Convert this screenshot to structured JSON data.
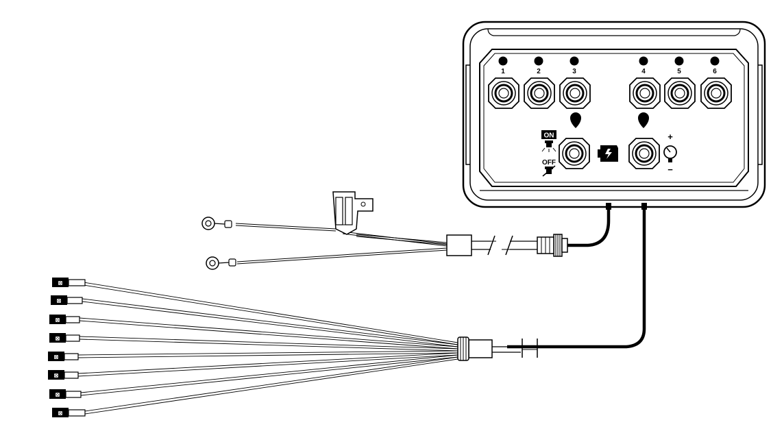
{
  "controller": {
    "channels": [
      {
        "number": "1"
      },
      {
        "number": "2"
      },
      {
        "number": "3"
      },
      {
        "number": "4"
      },
      {
        "number": "5"
      },
      {
        "number": "6"
      }
    ],
    "switch": {
      "on_label": "ON",
      "off_label": "OFF"
    },
    "pressure": {
      "plus_label": "+",
      "minus_label": "−"
    }
  },
  "harness": {
    "power_leads": 2,
    "output_leads": 8
  },
  "colors": {
    "line": "#000000",
    "background": "#ffffff",
    "light_stroke": "#333333"
  }
}
